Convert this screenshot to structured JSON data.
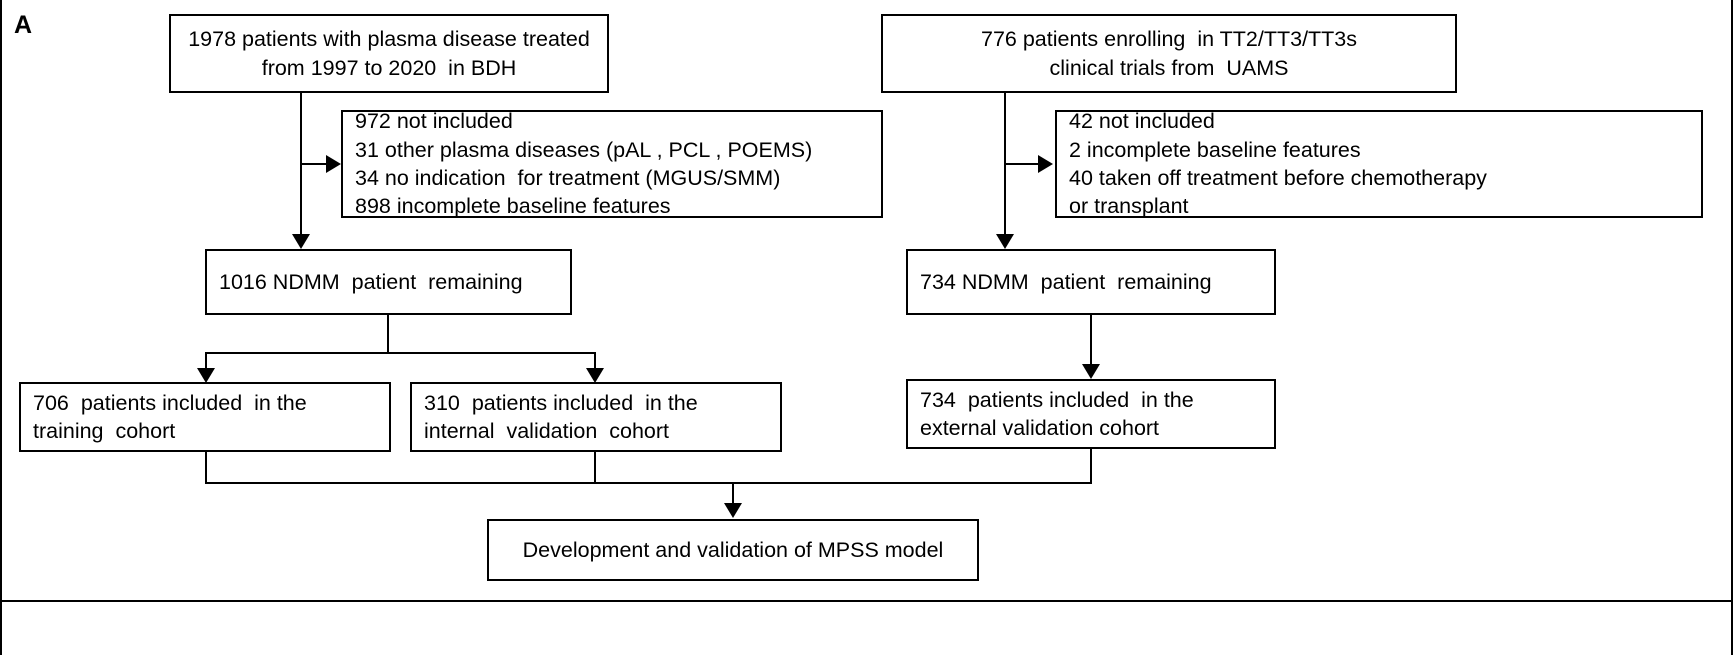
{
  "figure": {
    "panel_label": "A",
    "background_color": "#ffffff",
    "line_color": "#000000"
  },
  "nodes": {
    "source_bdh": {
      "lines": [
        "1978 patients with plasma disease treated",
        "from 1997 to 2020  in BDH"
      ]
    },
    "source_uams": {
      "lines": [
        "776 patients enrolling  in TT2/TT3/TT3s",
        "clinical trials from  UAMS"
      ]
    },
    "excluded_bdh": {
      "lines": [
        "972 not included",
        "31 other plasma diseases (pAL , PCL , POEMS)",
        "34 no indication  for treatment (MGUS/SMM)",
        "898 incomplete baseline features"
      ]
    },
    "excluded_uams": {
      "lines": [
        "42 not included",
        "2 incomplete baseline features",
        "40 taken off treatment before chemotherapy",
        "or transplant"
      ]
    },
    "remaining_bdh": {
      "lines": [
        "1016 NDMM  patient  remaining"
      ]
    },
    "remaining_uams": {
      "lines": [
        "734 NDMM  patient  remaining"
      ]
    },
    "training_cohort": {
      "lines": [
        "706  patients included  in the",
        "training  cohort"
      ]
    },
    "internal_validation_cohort": {
      "lines": [
        "310  patients included  in the",
        "internal  validation  cohort"
      ]
    },
    "external_validation_cohort": {
      "lines": [
        "734  patients included  in the",
        "external validation cohort"
      ]
    },
    "model": {
      "lines": [
        "Development and validation of MPSS model"
      ]
    }
  }
}
